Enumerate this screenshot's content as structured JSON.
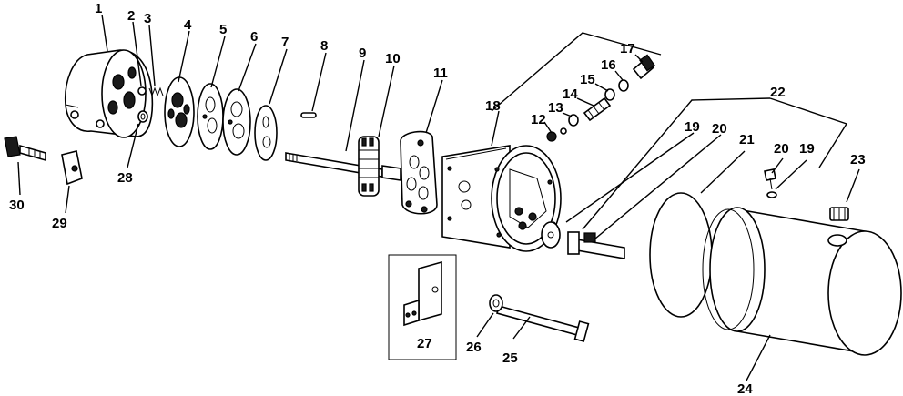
{
  "callouts": {
    "c1": "1",
    "c2": "2",
    "c3": "3",
    "c4": "4",
    "c5": "5",
    "c6": "6",
    "c7": "7",
    "c8": "8",
    "c9": "9",
    "c10": "10",
    "c11": "11",
    "c12": "12",
    "c13": "13",
    "c14": "14",
    "c15": "15",
    "c16": "16",
    "c17": "17",
    "c18": "18",
    "c19a": "19",
    "c19b": "19",
    "c20a": "20",
    "c20b": "20",
    "c21": "21",
    "c22": "22",
    "c23": "23",
    "c24": "24",
    "c25": "25",
    "c26": "26",
    "c27": "27",
    "c28": "28",
    "c29": "29",
    "c30": "30"
  }
}
